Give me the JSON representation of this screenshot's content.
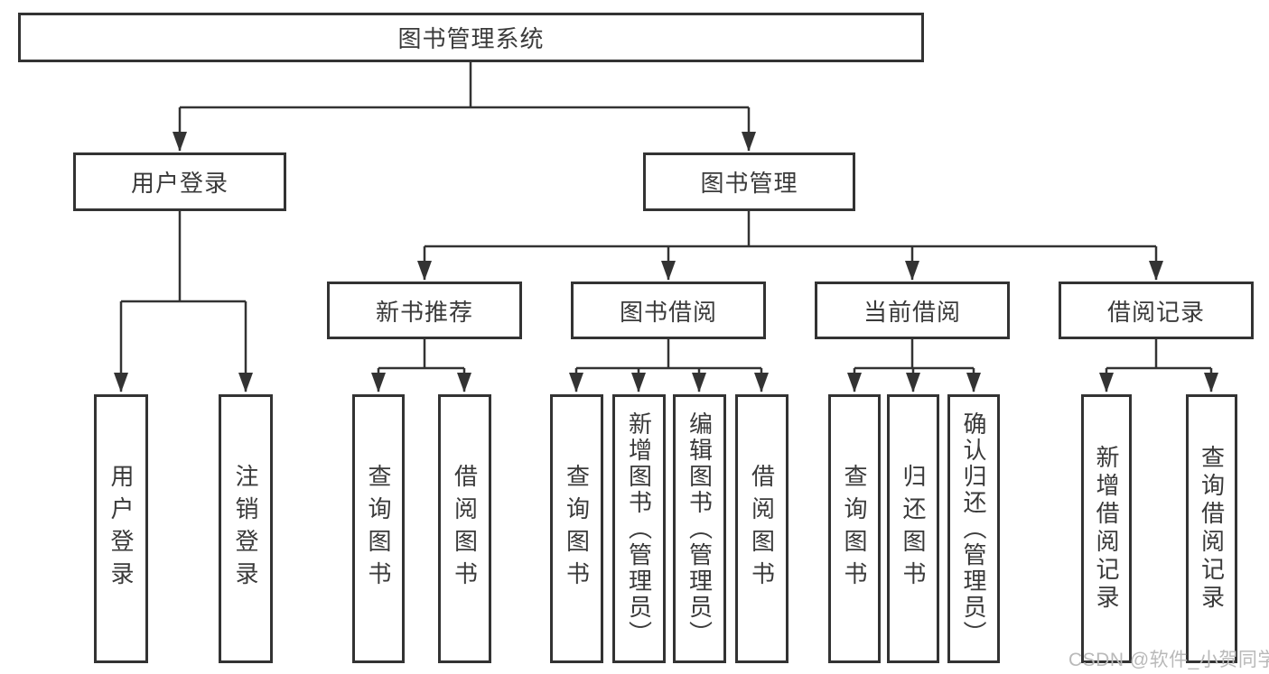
{
  "diagram": {
    "root": {
      "label": "图书管理系统"
    },
    "branches": {
      "userLogin": {
        "label": "用户登录"
      },
      "bookMgmt": {
        "label": "图书管理"
      },
      "newBookRec": {
        "label": "新书推荐"
      },
      "bookBorrow": {
        "label": "图书借阅"
      },
      "currentBorrow": {
        "label": "当前借阅"
      },
      "borrowRecords": {
        "label": "借阅记录"
      }
    },
    "leaves": {
      "userLogin": {
        "label": "用户登录"
      },
      "logout": {
        "label": "注销登录"
      },
      "queryBooksRec": {
        "label": "查询图书"
      },
      "borrowBooksRec": {
        "label": "借阅图书"
      },
      "queryBooksBorrow": {
        "label": "查询图书"
      },
      "addBooksAdmin": {
        "label": "新增图书（管理员）"
      },
      "editBooksAdmin": {
        "label": "编辑图书（管理员）"
      },
      "borrowBooksBorrow": {
        "label": "借阅图书"
      },
      "queryBooksCurrent": {
        "label": "查询图书"
      },
      "returnBooks": {
        "label": "归还图书"
      },
      "confirmReturnAdmin": {
        "label": "确认归还（管理员）"
      },
      "addBorrowRecord": {
        "label": "新增借阅记录"
      },
      "queryBorrowRecord": {
        "label": "查询借阅记录"
      }
    }
  },
  "watermark": {
    "text": "CSDN @软件_小贺同学"
  },
  "colors": {
    "line": "#333333",
    "boxBorder": "#333333",
    "text": "#3a3a3a",
    "watermark": "#b9b9b9",
    "background": "#ffffff"
  }
}
